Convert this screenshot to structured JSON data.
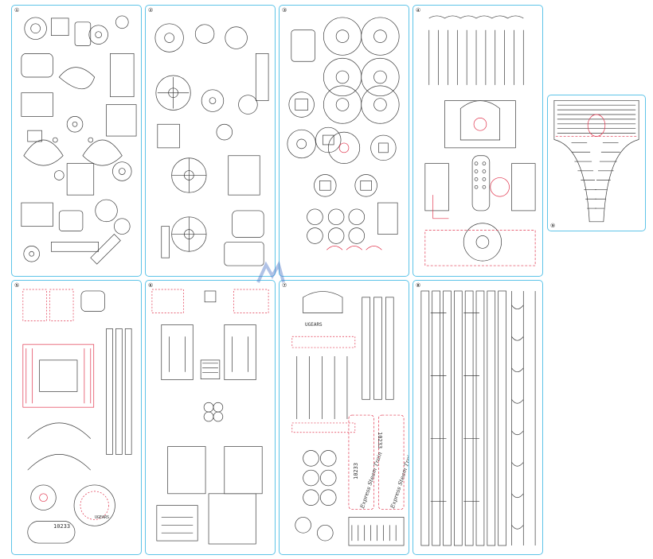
{
  "sheets": [
    {
      "id": "sheet-1",
      "number": "①"
    },
    {
      "id": "sheet-2",
      "number": "②"
    },
    {
      "id": "sheet-3",
      "number": "③"
    },
    {
      "id": "sheet-4",
      "number": "④"
    },
    {
      "id": "sheet-5",
      "number": "⑤"
    },
    {
      "id": "sheet-6",
      "number": "⑥"
    },
    {
      "id": "sheet-7",
      "number": "⑦"
    },
    {
      "id": "sheet-8",
      "number": "⑧"
    },
    {
      "id": "sheet-9",
      "number": "⑨"
    }
  ],
  "labels": {
    "part_code_a": "10233",
    "part_code_b": "10233",
    "part_code_c": "10233",
    "engraving_a": "Express Steam Train",
    "engraving_b": "Express Steam Train",
    "brand_logo": "UGEARS"
  },
  "colors": {
    "sheet_border": "#5ec4e8",
    "cut_line": "#3a3a3a",
    "engrave_line": "#e0324b",
    "background": "#ffffff"
  }
}
